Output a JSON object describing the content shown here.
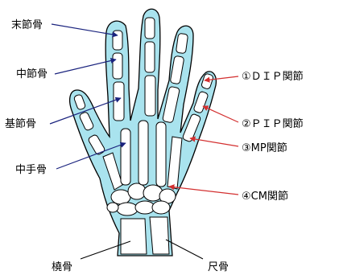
{
  "labels": {
    "massetsu": "末節骨",
    "chusetsu": "中節骨",
    "kisetsu": "基節骨",
    "chushu": "中手骨",
    "dip": "①ＤＩＰ関節",
    "pip": "②ＰＩＰ関節",
    "mp": "③MP関節",
    "cm": "④CM関節",
    "toukotsu": "橈骨",
    "shakkotsu": "尺骨"
  },
  "colors": {
    "skin": "#a9e3ee",
    "outline": "#000000",
    "bone": "#ffffff",
    "arrow_left": "#1a237e",
    "arrow_right": "#d32f2f"
  }
}
